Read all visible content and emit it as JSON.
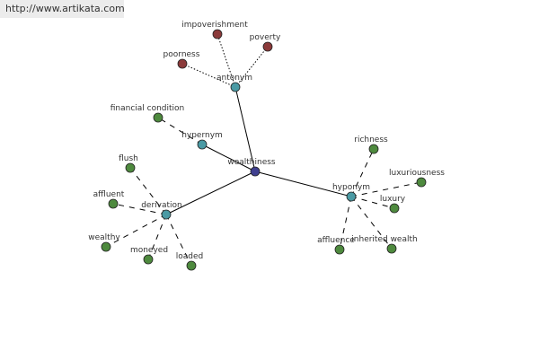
{
  "banner": {
    "url": "http://www.artikata.com"
  },
  "graph": {
    "colors": {
      "center": "#3f3f8f",
      "relation": "#4a9aa4",
      "synonym": "#4e8a3e",
      "antonym": "#8b3a3a",
      "edge": "#000000"
    },
    "center": {
      "label": "wealthiness"
    },
    "relations": [
      {
        "id": "antonym",
        "label": "antonym"
      },
      {
        "id": "hypernym",
        "label": "hypernym"
      },
      {
        "id": "derivation",
        "label": "derivation"
      },
      {
        "id": "hyponym",
        "label": "hyponym"
      }
    ],
    "terms": [
      {
        "id": "impoverishment",
        "label": "impoverishment",
        "relation": "antonym",
        "kind": "antonym"
      },
      {
        "id": "poverty",
        "label": "poverty",
        "relation": "antonym",
        "kind": "antonym"
      },
      {
        "id": "poorness",
        "label": "poorness",
        "relation": "antonym",
        "kind": "antonym"
      },
      {
        "id": "financial-condition",
        "label": "financial condition",
        "relation": "hypernym",
        "kind": "synonym"
      },
      {
        "id": "flush",
        "label": "flush",
        "relation": "derivation",
        "kind": "synonym"
      },
      {
        "id": "affluent",
        "label": "affluent",
        "relation": "derivation",
        "kind": "synonym"
      },
      {
        "id": "wealthy",
        "label": "wealthy",
        "relation": "derivation",
        "kind": "synonym"
      },
      {
        "id": "moneyed",
        "label": "moneyed",
        "relation": "derivation",
        "kind": "synonym"
      },
      {
        "id": "loaded",
        "label": "loaded",
        "relation": "derivation",
        "kind": "synonym"
      },
      {
        "id": "richness",
        "label": "richness",
        "relation": "hyponym",
        "kind": "synonym"
      },
      {
        "id": "luxuriousness",
        "label": "luxuriousness",
        "relation": "hyponym",
        "kind": "synonym"
      },
      {
        "id": "luxury",
        "label": "luxury",
        "relation": "hyponym",
        "kind": "synonym"
      },
      {
        "id": "affluence",
        "label": "affluence",
        "relation": "hyponym",
        "kind": "synonym"
      },
      {
        "id": "inherited-wealth",
        "label": "inherited wealth",
        "relation": "hyponym",
        "kind": "synonym"
      }
    ]
  }
}
